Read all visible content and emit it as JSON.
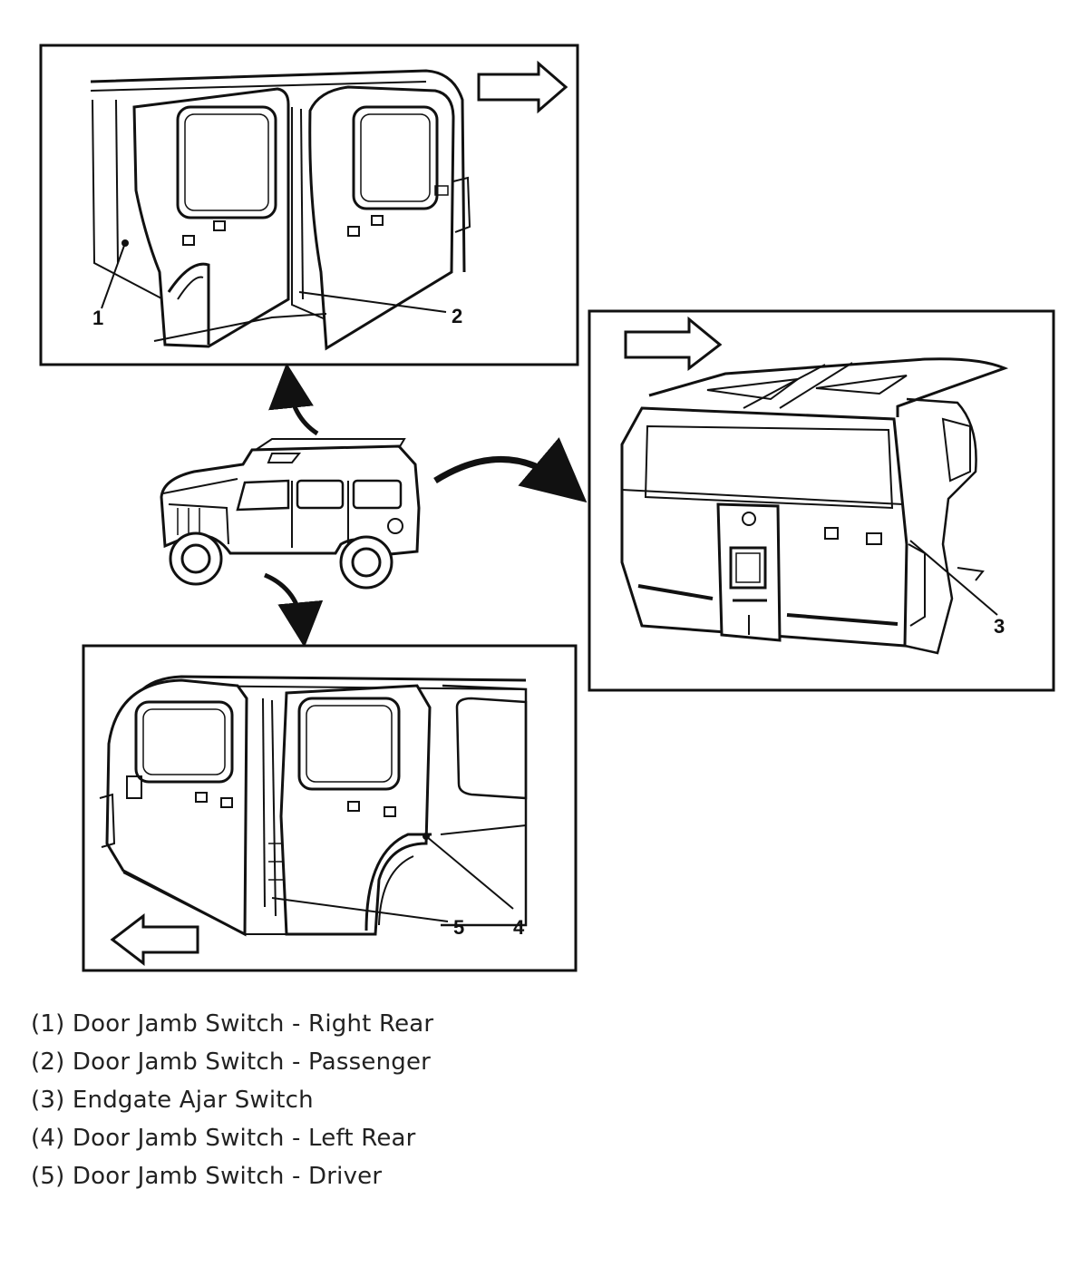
{
  "callouts": {
    "c1": "1",
    "c2": "2",
    "c3": "3",
    "c4": "4",
    "c5": "5"
  },
  "legend": [
    "(1) Door Jamb Switch - Right Rear",
    "(2) Door Jamb Switch - Passenger",
    "(3) Endgate Ajar Switch",
    "(4) Door Jamb Switch - Left Rear",
    "(5) Door Jamb Switch - Driver"
  ],
  "colors": {
    "line": "#111111",
    "paper": "#ffffff"
  }
}
